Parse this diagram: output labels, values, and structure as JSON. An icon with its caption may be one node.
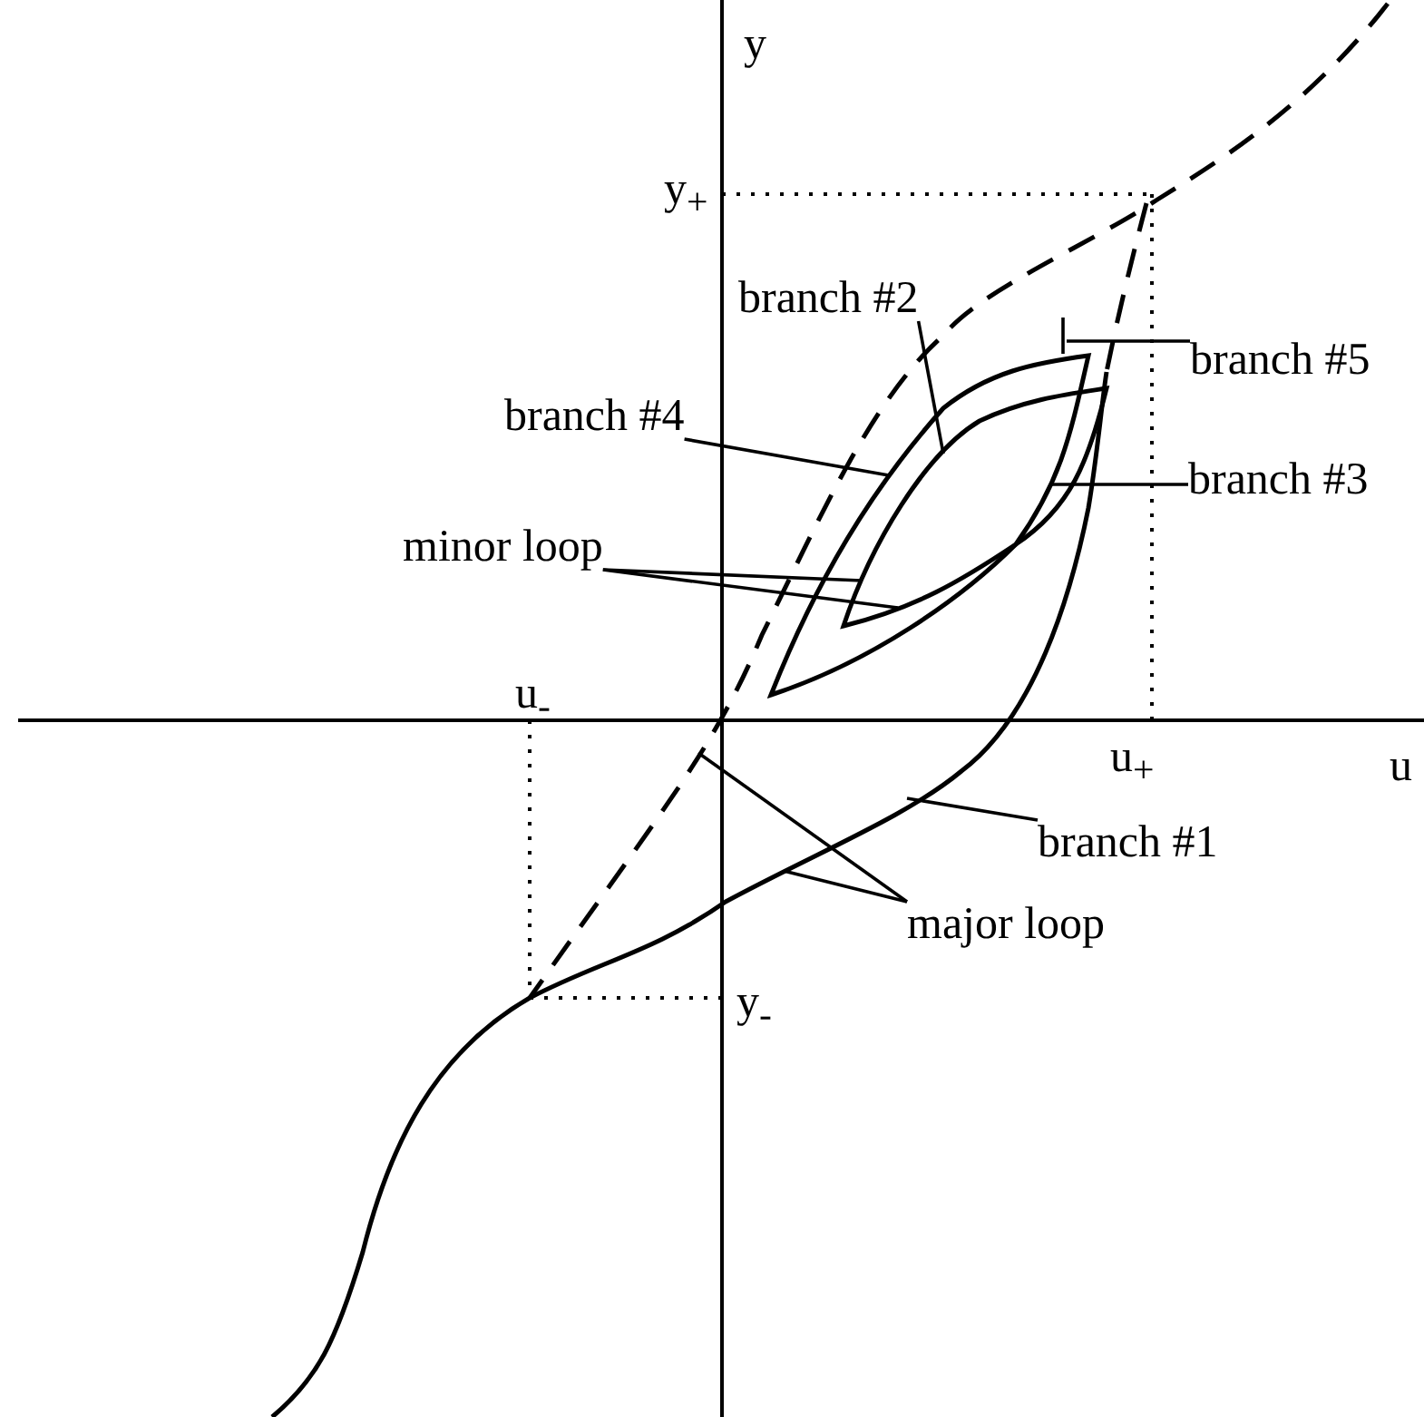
{
  "diagram": {
    "nodes": [
      {
        "text": [
          "branch #2"
        ]
      },
      {
        "text": [
          "branch #4"
        ]
      },
      {
        "text": [
          "branch #5"
        ]
      },
      {
        "text": [
          "branch #3"
        ]
      },
      {
        "text": [
          "minor loop"
        ]
      },
      {
        "text": [
          "branch #1"
        ]
      },
      {
        "text": [
          "major loop"
        ]
      }
    ],
    "edges": [
      {
        "from": 0,
        "to": null,
        "arrow": "none"
      },
      {
        "from": 1,
        "to": null,
        "arrow": "none"
      },
      {
        "from": 2,
        "to": null,
        "arrow": "none"
      },
      {
        "from": 3,
        "to": null,
        "arrow": "none"
      },
      {
        "from": 4,
        "to": null,
        "arrow": "none"
      },
      {
        "from": 4,
        "to": null,
        "arrow": "none"
      },
      {
        "from": 5,
        "to": null,
        "arrow": "none"
      },
      {
        "from": 6,
        "to": null,
        "arrow": "none"
      },
      {
        "from": 6,
        "to": null,
        "arrow": "none"
      }
    ],
    "labels": [
      "y",
      "y$_{+}$",
      "u$_{-}$",
      "u$_{+}$",
      "u",
      "y$_{-}$"
    ]
  }
}
